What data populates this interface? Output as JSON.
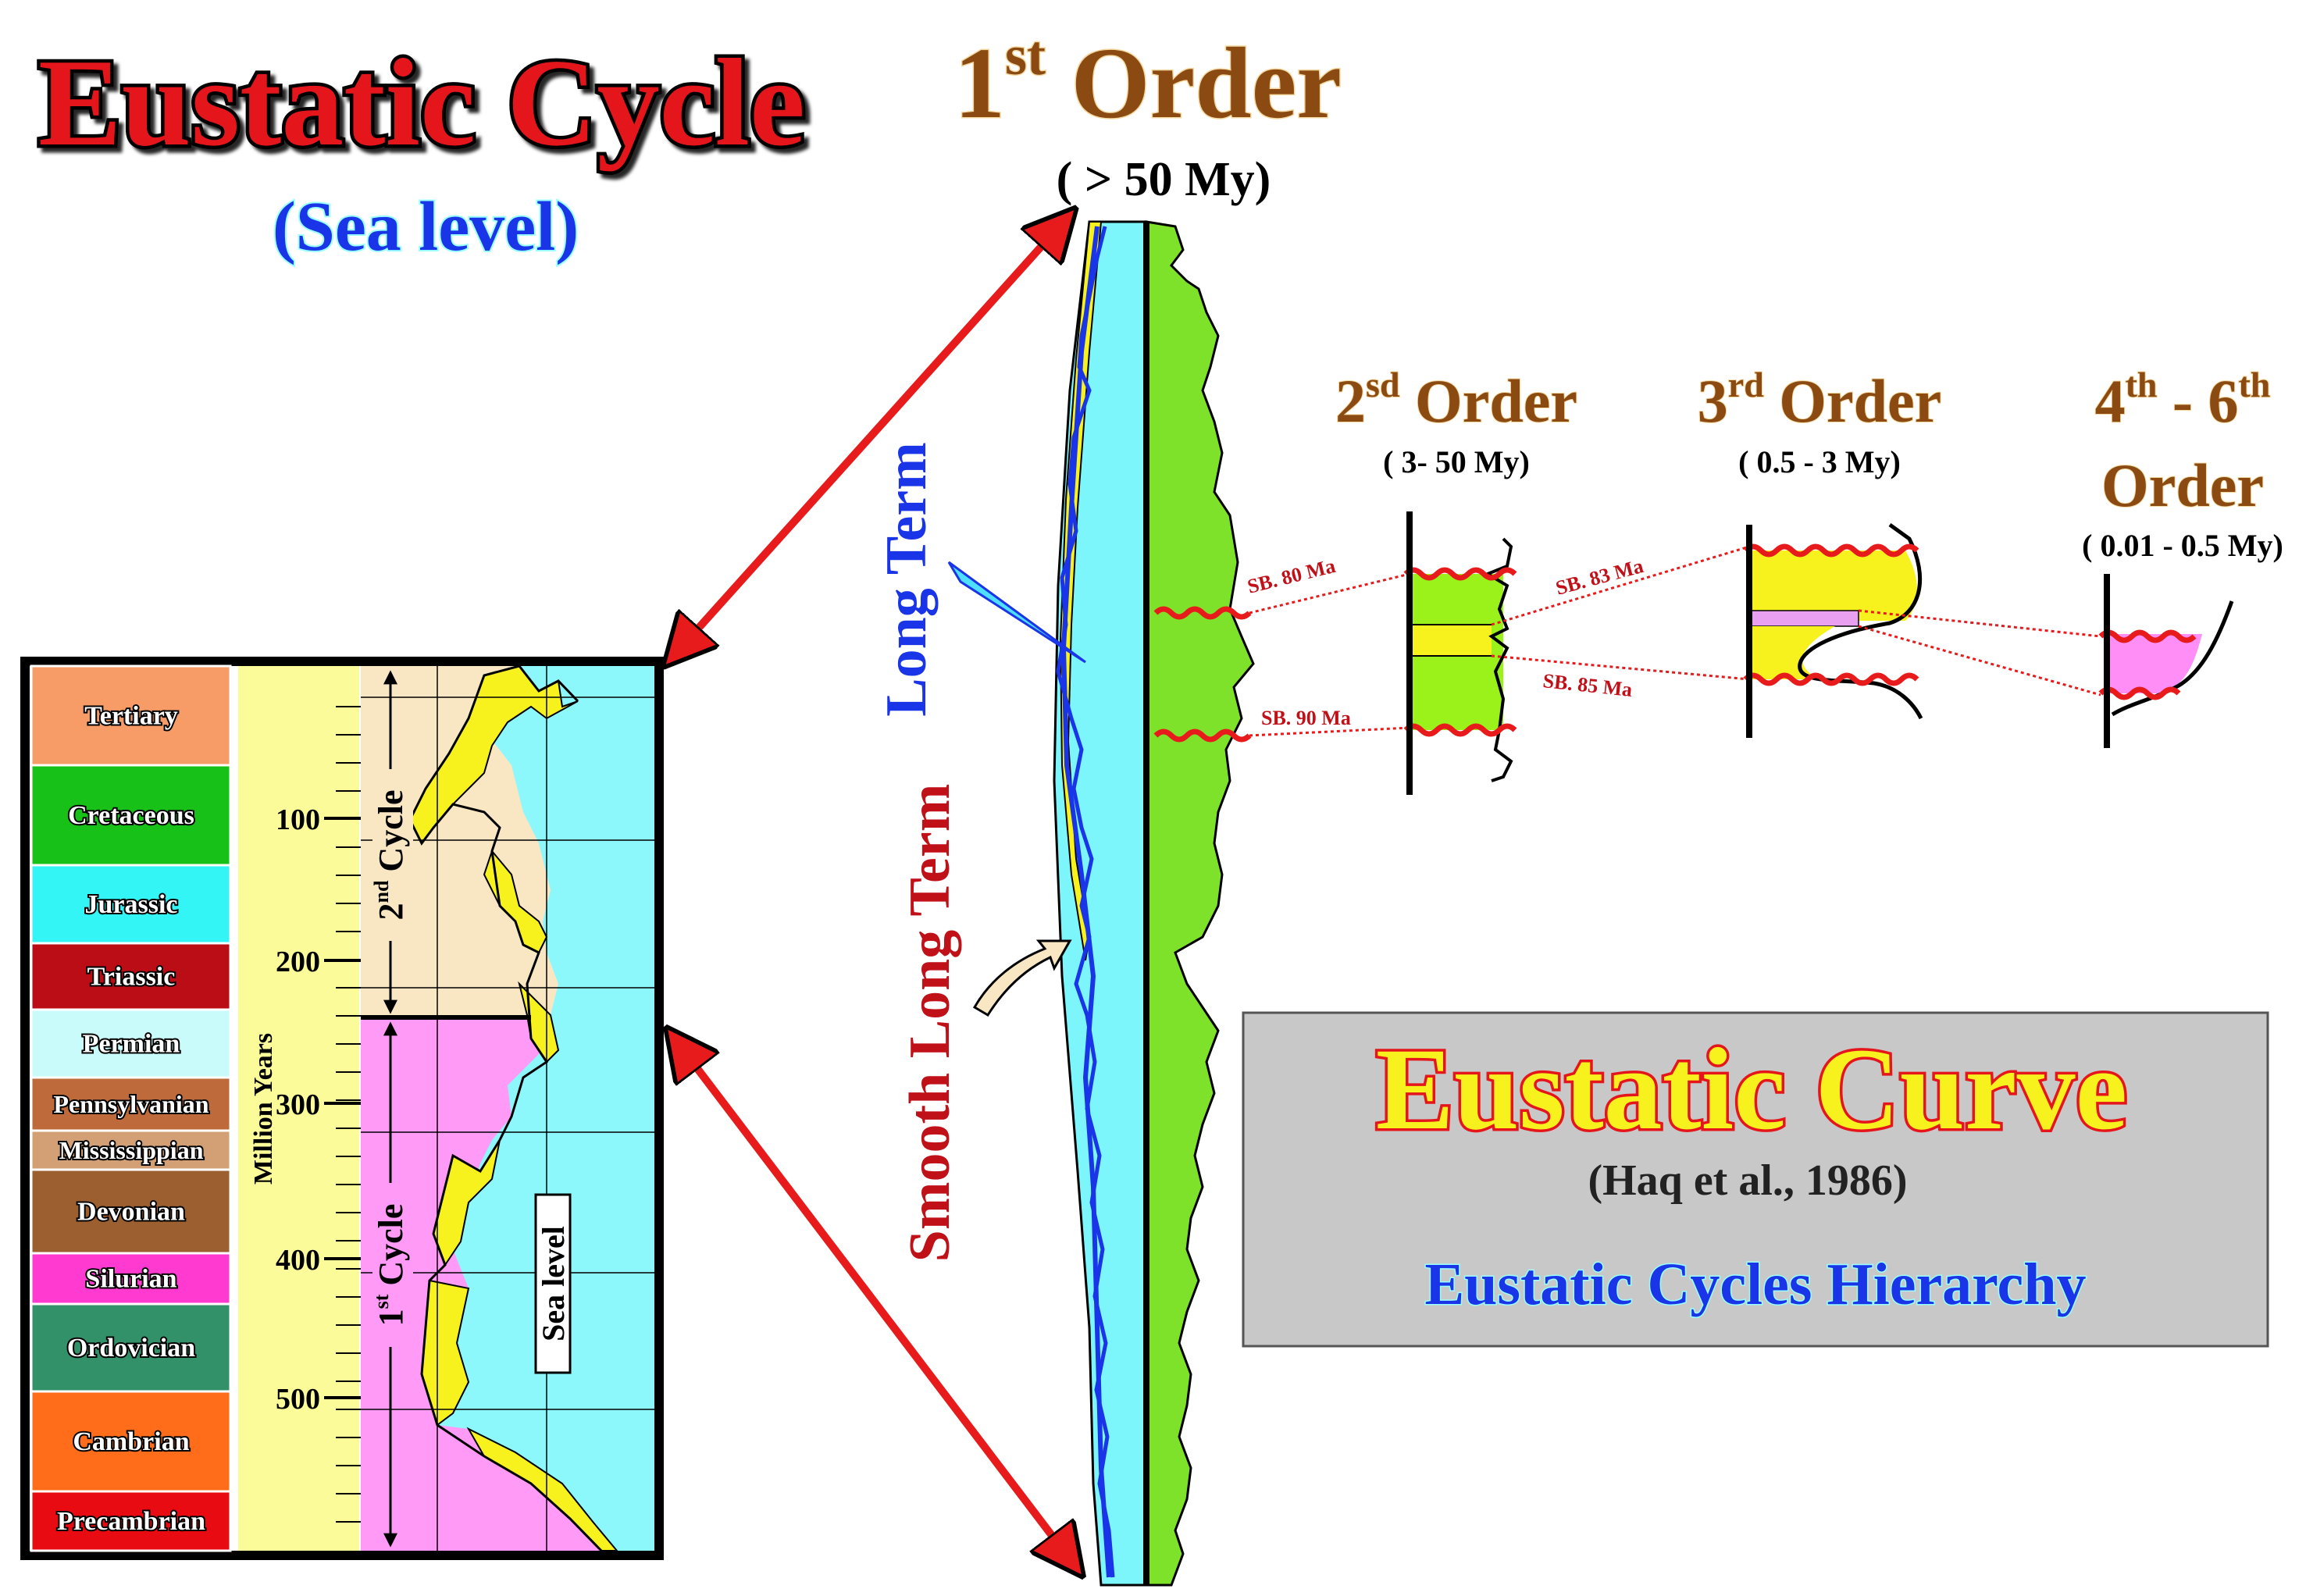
{
  "title": {
    "main": "Eustatic Cycle",
    "sub": "(Sea level)"
  },
  "first_order": {
    "label": "1",
    "sup": "st",
    "word": " Order",
    "range": "( > 50 My)"
  },
  "second_order": {
    "label": "2",
    "sup": "sd",
    "word": " Order",
    "range": "( 3- 50 My)"
  },
  "third_order": {
    "label": "3",
    "sup": "rd",
    "word": " Order",
    "range": "( 0.5 - 3 My)"
  },
  "fourth_order": {
    "line1_a": "4",
    "sup_a": "th",
    "line1_b": " - 6",
    "sup_b": "th",
    "line2": "Order",
    "range": "( 0.01 - 0.5 My)"
  },
  "curve_labels": {
    "long_term": "Long Term",
    "smooth_long_term": "Smooth Long Term"
  },
  "boundaries": {
    "sb80": "SB. 80 Ma",
    "sb90": "SB. 90 Ma",
    "sb83": "SB. 83 Ma",
    "sb85": "SB. 85 Ma"
  },
  "periods": [
    {
      "name": "Tertiary",
      "color": "#f79b67"
    },
    {
      "name": "Cretaceous",
      "color": "#18c118"
    },
    {
      "name": "Jurassic",
      "color": "#33f5f5"
    },
    {
      "name": "Triassic",
      "color": "#bb0d16"
    },
    {
      "name": "Permian",
      "color": "#c9fbfb"
    },
    {
      "name": "Pennsylvanian",
      "color": "#bf6a3a"
    },
    {
      "name": "Mississippian",
      "color": "#d2a074"
    },
    {
      "name": "Devonian",
      "color": "#9c5f30"
    },
    {
      "name": "Silurian",
      "color": "#ff3ad0"
    },
    {
      "name": "Ordovician",
      "color": "#33916a"
    },
    {
      "name": "Cambrian",
      "color": "#ff6d1a"
    },
    {
      "name": "Precambrian",
      "color": "#e90b12"
    }
  ],
  "time_axis": {
    "label": "Million Years",
    "ticks": [
      "100",
      "200",
      "300",
      "400",
      "500"
    ]
  },
  "cycles": {
    "second": "2",
    "second_sup": "nd",
    "second_word": " Cycle",
    "first": "1",
    "first_sup": "st",
    "first_word": " Cycle",
    "sea_level": "Sea level"
  },
  "curve_box": {
    "title": "Eustatic Curve",
    "reference": "(Haq et al., 1986)",
    "subtitle": "Eustatic Cycles Hierarchy"
  },
  "colors": {
    "title_red": "#e4161b",
    "order_brown": "#8a4a12",
    "sub_blue": "#1a35e8",
    "sea_cyan": "#7df6fb",
    "land_green": "#7fe22a",
    "fill_yellow": "#f7f21e",
    "pink": "#ff8ef7",
    "arrow_red": "#e71b1b"
  }
}
